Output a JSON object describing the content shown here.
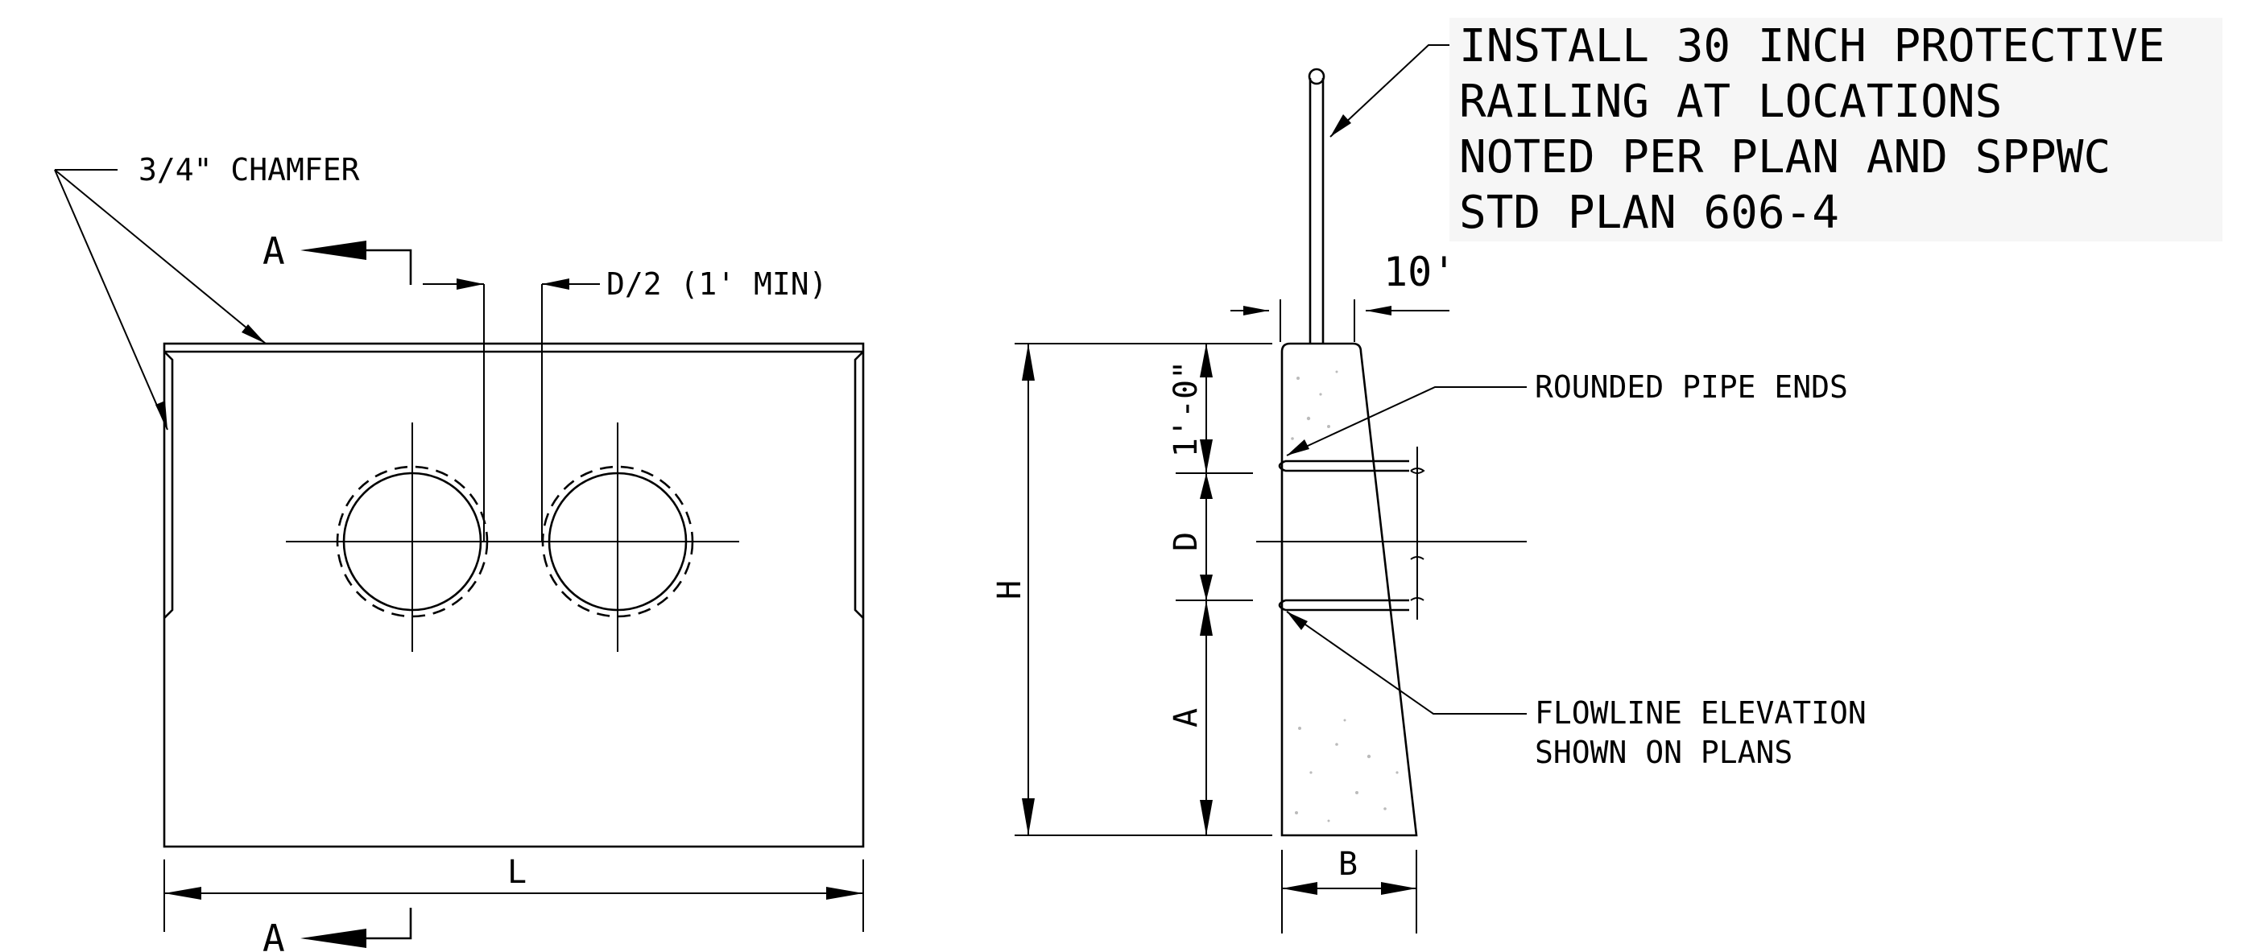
{
  "elevation": {
    "chamfer_label": "3/4\" CHAMFER",
    "section_label_top": "A",
    "section_label_bottom": "A",
    "pipe_spacing_label": "D/2 (1' MIN)",
    "length_label": "L"
  },
  "section": {
    "railing_note": [
      "INSTALL 30 INCH PROTECTIVE",
      "RAILING AT LOCATIONS",
      "NOTED PER PLAN AND SPPWC",
      "STD PLAN 606-4"
    ],
    "top_width_label": "10'",
    "pipe_ends_label": "ROUNDED PIPE ENDS",
    "flowline_note": [
      "FLOWLINE ELEVATION",
      "SHOWN ON PLANS"
    ],
    "height_label": "H",
    "top_dim_label": "1'-0\"",
    "pipe_dim_label": "D",
    "bottom_dim_label": "A",
    "base_width_label": "B"
  }
}
